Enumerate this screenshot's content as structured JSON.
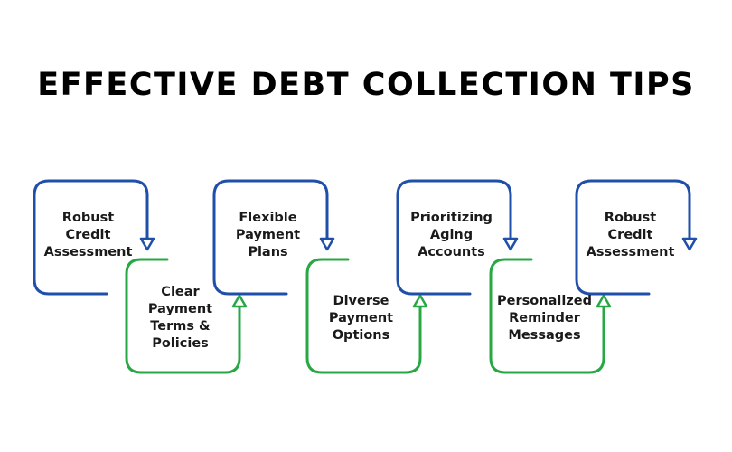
{
  "title": "EFFECTIVE DEBT COLLECTION TIPS",
  "colors": {
    "blue": "#1f4fa8",
    "green": "#27a845",
    "text": "#1a1a1a"
  },
  "steps": [
    {
      "lines": [
        "Robust",
        "Credit",
        "Assessment"
      ],
      "color": "blue",
      "arrow": "down"
    },
    {
      "lines": [
        "Clear",
        "Payment",
        "Terms &",
        "Policies"
      ],
      "color": "green",
      "arrow": "up"
    },
    {
      "lines": [
        "Flexible",
        "Payment",
        "Plans"
      ],
      "color": "blue",
      "arrow": "down"
    },
    {
      "lines": [
        "Diverse",
        "Payment",
        "Options"
      ],
      "color": "green",
      "arrow": "up"
    },
    {
      "lines": [
        "Prioritizing",
        "Aging",
        "Accounts"
      ],
      "color": "blue",
      "arrow": "down"
    },
    {
      "lines": [
        "Personalized",
        "Reminder",
        "Messages"
      ],
      "color": "green",
      "arrow": "up"
    },
    {
      "lines": [
        "Robust",
        "Credit",
        "Assessment"
      ],
      "color": "blue",
      "arrow": "down"
    }
  ]
}
